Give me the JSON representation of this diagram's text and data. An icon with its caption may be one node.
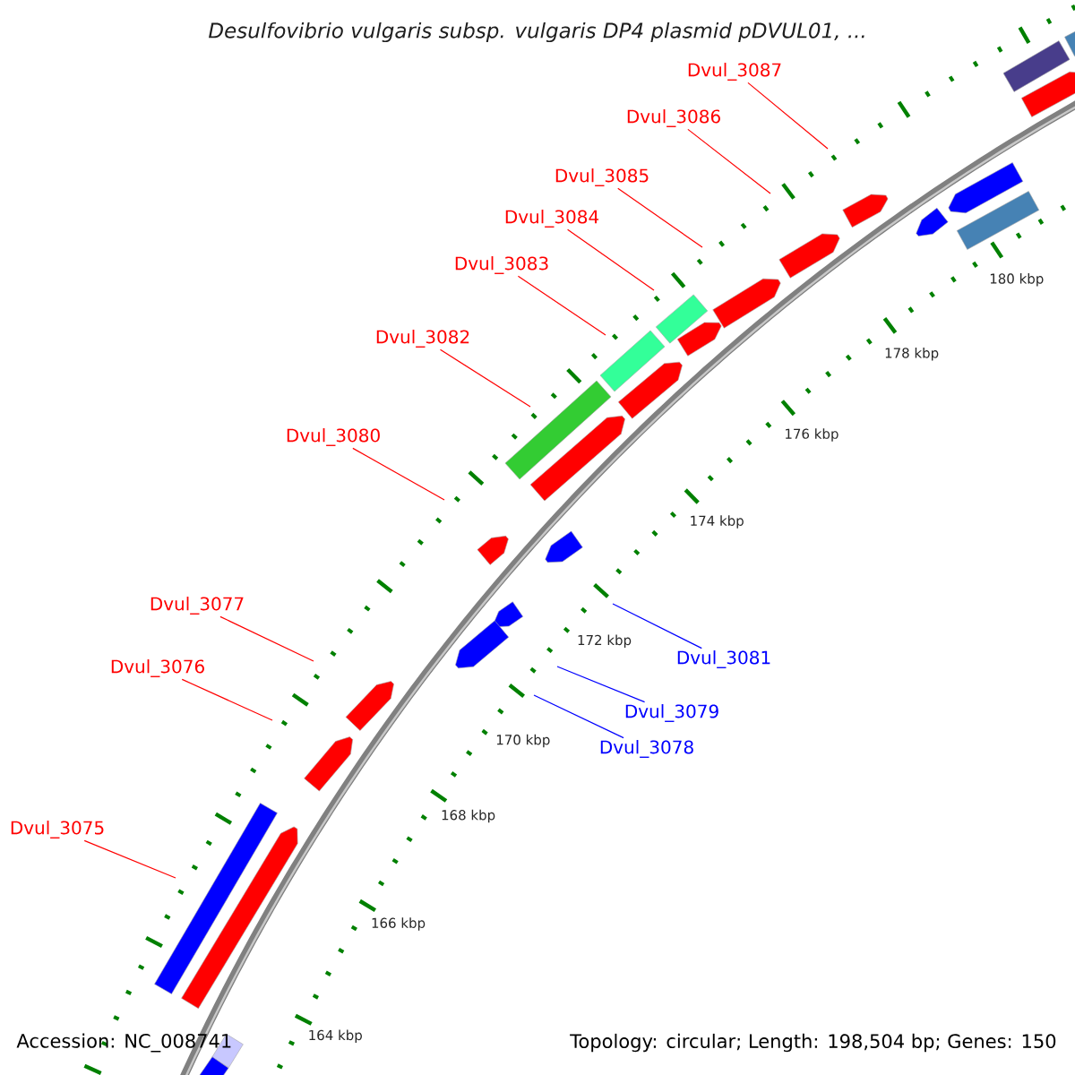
{
  "diagram": {
    "title": "*Desulfovibrio vulgaris* subsp. *vulgaris* DP4 plasmid pDVUL01, ...",
    "nodes": [
      {
        "text": [
          "Dvul_3087"
        ]
      },
      {
        "text": [
          "Dvul_3086"
        ]
      },
      {
        "text": [
          "Dvul_3085"
        ]
      },
      {
        "text": [
          "Dvul_3084"
        ]
      },
      {
        "text": [
          "Dvul_3083"
        ]
      },
      {
        "text": [
          "Dvul_3082"
        ]
      },
      {
        "text": [
          "Dvul_3080"
        ]
      },
      {
        "text": [
          "Dvul_3077"
        ]
      },
      {
        "text": [
          "Dvul_3081"
        ]
      },
      {
        "text": [
          "Dvul_3076"
        ]
      },
      {
        "text": [
          "Dvul_3079"
        ]
      },
      {
        "text": [
          "Dvul_3078"
        ]
      },
      {
        "text": [
          "Dvul_3075"
        ]
      }
    ],
    "edges": [
      {
        "from": 0,
        "to": null,
        "arrow": "none"
      },
      {
        "from": 1,
        "to": null,
        "arrow": "none"
      },
      {
        "from": 2,
        "to": null,
        "arrow": "none"
      },
      {
        "from": 3,
        "to": null,
        "arrow": "none"
      },
      {
        "from": 4,
        "to": null,
        "arrow": "none"
      },
      {
        "from": 5,
        "to": null,
        "arrow": "none"
      },
      {
        "from": 6,
        "to": null,
        "arrow": "none"
      },
      {
        "from": 7,
        "to": null,
        "arrow": "none"
      },
      {
        "from": 8,
        "to": null,
        "arrow": "none",
        "color": "#0000ff"
      },
      {
        "from": 9,
        "to": null,
        "arrow": "none"
      },
      {
        "from": 10,
        "to": null,
        "arrow": "none",
        "color": "#0000ff"
      },
      {
        "from": 11,
        "to": null,
        "arrow": "none",
        "color": "#0000ff"
      },
      {
        "from": 12,
        "to": null,
        "arrow": "none"
      }
    ],
    "labels": [
      "180 kbp",
      "178 kbp",
      "176 kbp",
      "174 kbp",
      "172 kbp",
      "170 kbp",
      "168 kbp",
      "166 kbp",
      "164 kbp",
      "Accession: NC_008741",
      "Topology: circular; Length: 198,504 bp; Genes: 150"
    ]
  }
}
